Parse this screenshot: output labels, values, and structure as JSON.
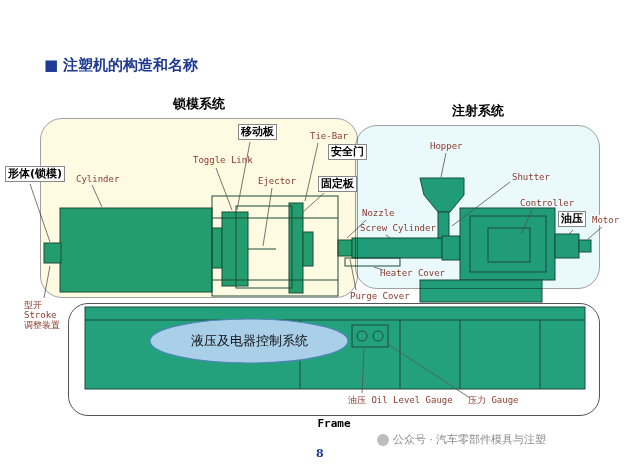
{
  "diagram": {
    "title": "■ 注塑机的构造和名称",
    "nodes": [
      {
        "text": [
          "锁模系统"
        ]
      },
      {
        "text": [
          "注射系统"
        ]
      },
      {
        "text": [
          "Frame"
        ]
      },
      {
        "text": [
          "液压及电器控制系统"
        ],
        "in": 2
      }
    ],
    "labels": [
      "形体(锁模)",
      "Cylinder",
      "Toggle Link",
      "移动板",
      "Tie-Bar",
      "安全门",
      "Ejector",
      "固定板",
      "Nozzle",
      "Screw Cylinder",
      "Heater Cover",
      "Purge Cover",
      "Hopper",
      "Shutter",
      "Controller",
      "油压",
      "Motor",
      "型开 Stroke 调整装置",
      "油压 Oil Level Gauge",
      "压力 Gauge",
      "8",
      "公众号 · 汽车零部件模具与注塑"
    ]
  }
}
